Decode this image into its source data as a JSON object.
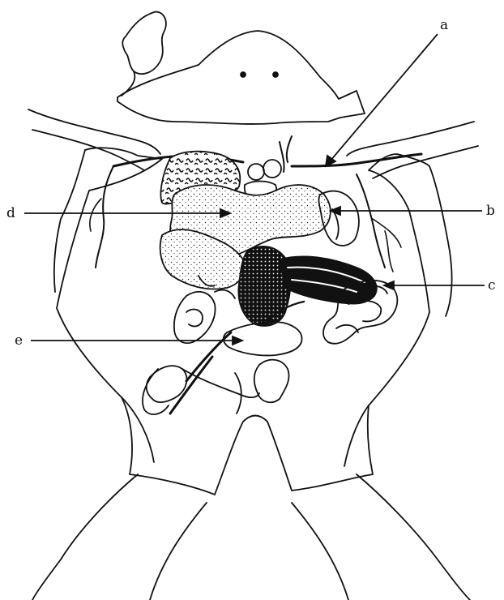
{
  "labels": [
    {
      "id": "a",
      "text": "a"
    },
    {
      "id": "b",
      "text": "b"
    },
    {
      "id": "c",
      "text": "c"
    },
    {
      "id": "d",
      "text": "d"
    },
    {
      "id": "e",
      "text": "e"
    }
  ],
  "colors": {
    "ink": "#111111",
    "paper": "#ffffff"
  }
}
